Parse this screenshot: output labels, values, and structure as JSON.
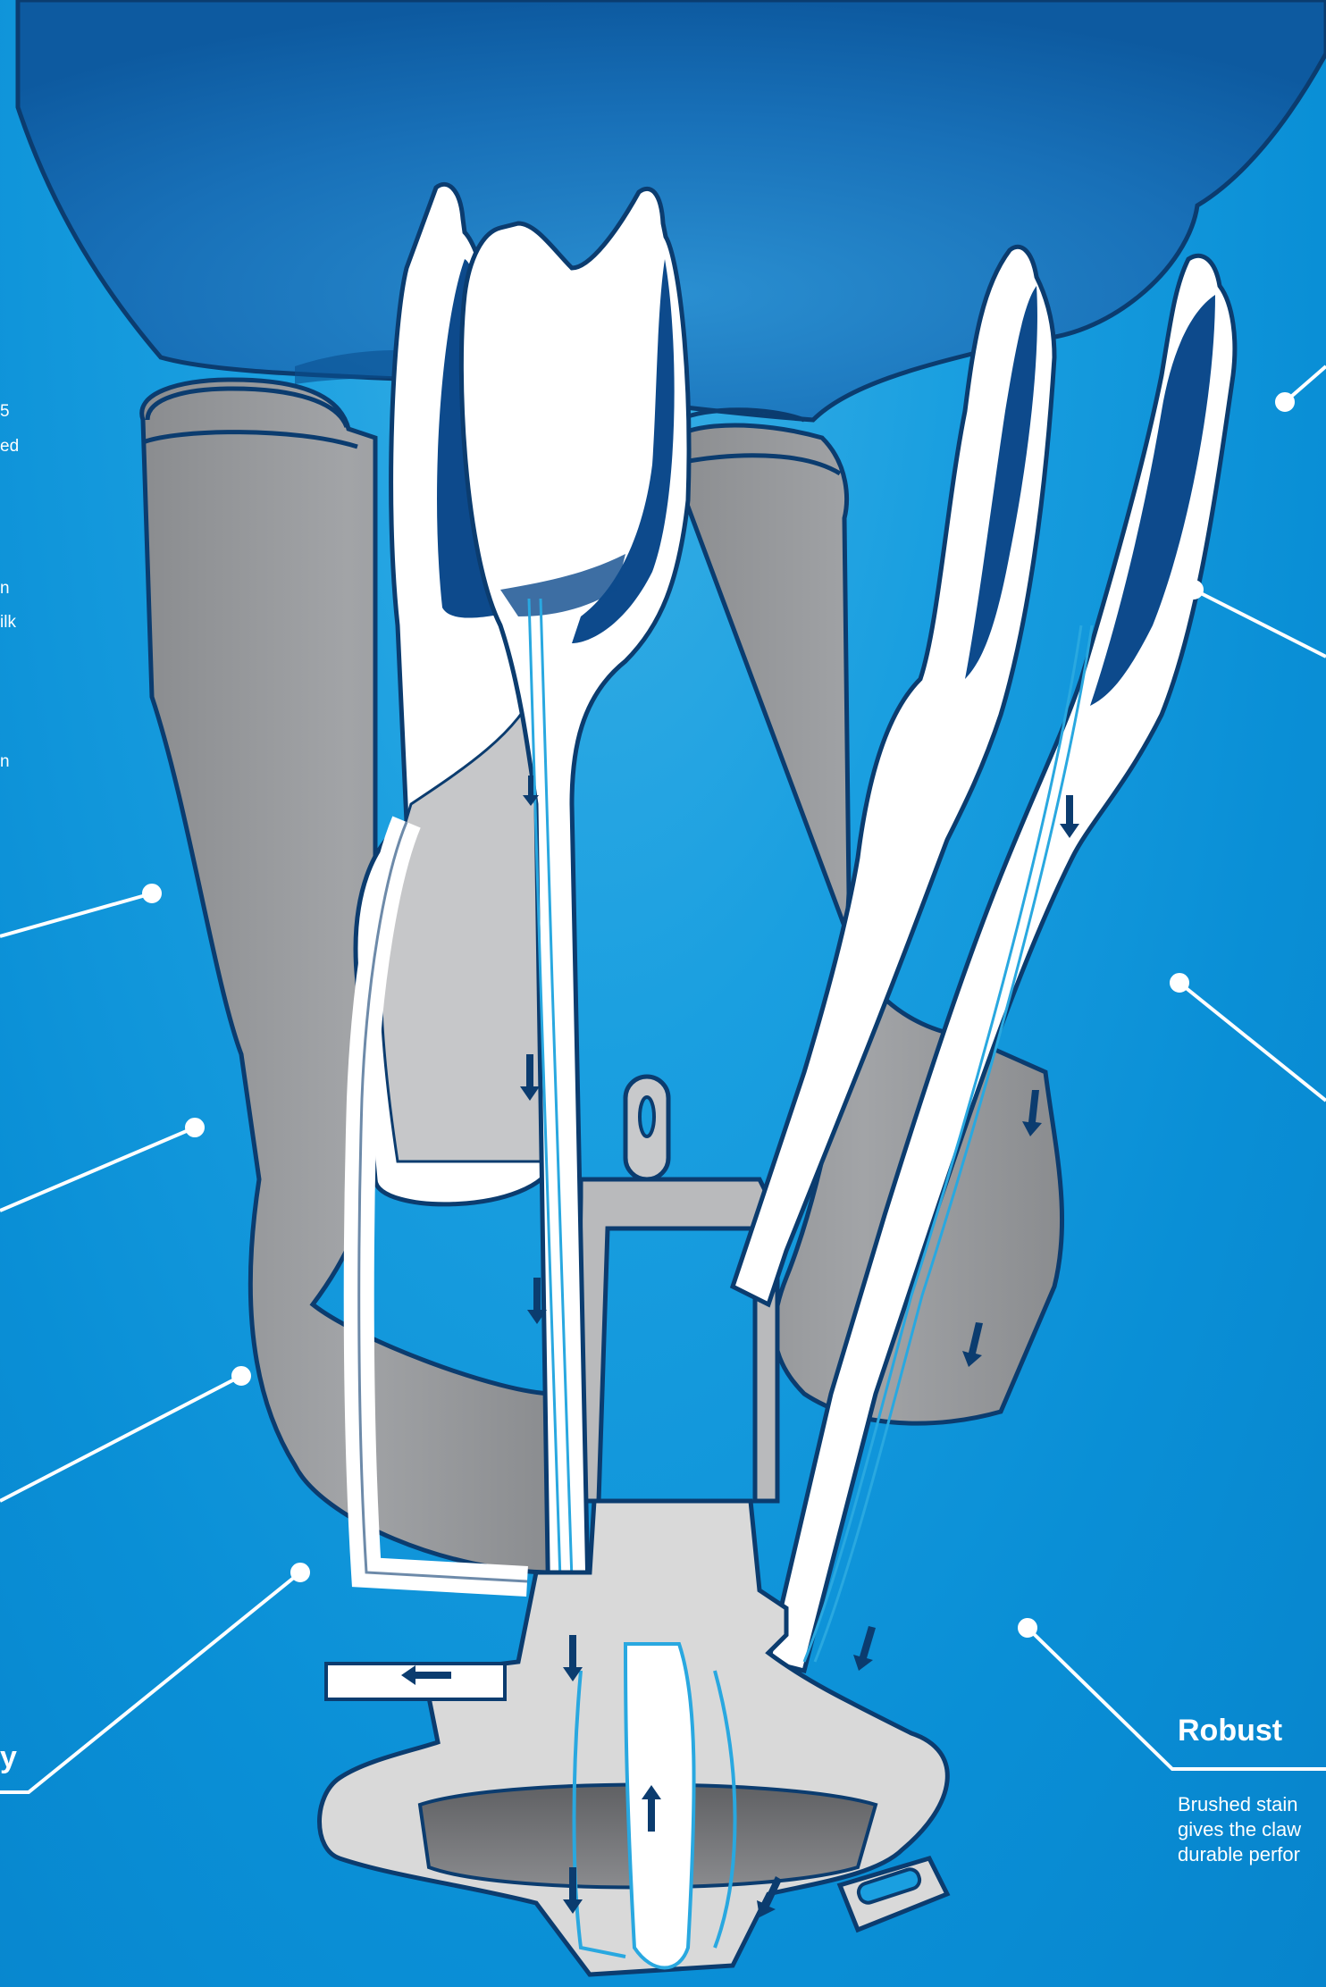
{
  "left_fragments": [
    "5",
    "ed",
    "n",
    "ilk",
    "n"
  ],
  "left_heading_fragment": "y",
  "robust": {
    "title": "Robust",
    "lines": [
      "Brushed stain",
      "gives the claw",
      "durable perfor"
    ]
  },
  "colors": {
    "background": "#0a8fd6",
    "udder": "#0a4f8f",
    "liner_grey": "#939598",
    "liner_outline": "#0b3c6f",
    "tube_white": "#ffffff",
    "milk_line": "#29a8e0",
    "arrow": "#0b3c6f",
    "claw": "#d9d9d9"
  }
}
